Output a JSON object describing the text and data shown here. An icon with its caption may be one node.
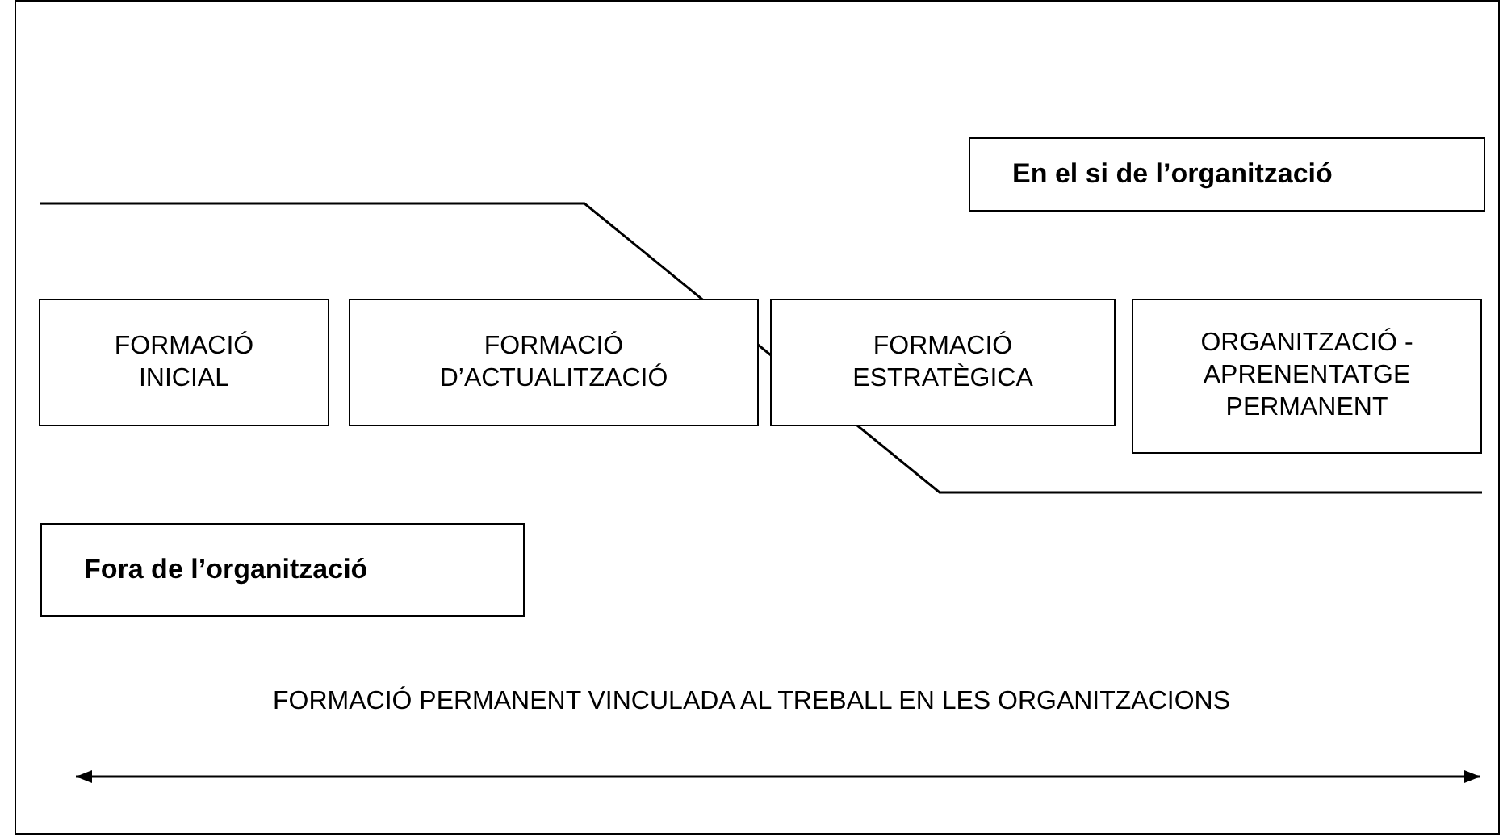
{
  "diagram": {
    "nodes": [
      {
        "text": [
          "En el si de l’organització"
        ]
      },
      {
        "text": [
          "FORMACIÓ INICIAL"
        ]
      },
      {
        "text": [
          "FORMACIÓ D’ACTUALITZACIÓ"
        ]
      },
      {
        "text": [
          "FORMACIÓ ESTRATÈGICA"
        ]
      },
      {
        "text": [
          "ORGANITZACIÓ - APRENENTATGE PERMANENT"
        ]
      },
      {
        "text": [
          "Fora de l’organització"
        ]
      }
    ],
    "labels": [
      "FORMACIÓ PERMANENT VINCULADA AL TREBALL EN LES ORGANITZACIONS"
    ]
  }
}
